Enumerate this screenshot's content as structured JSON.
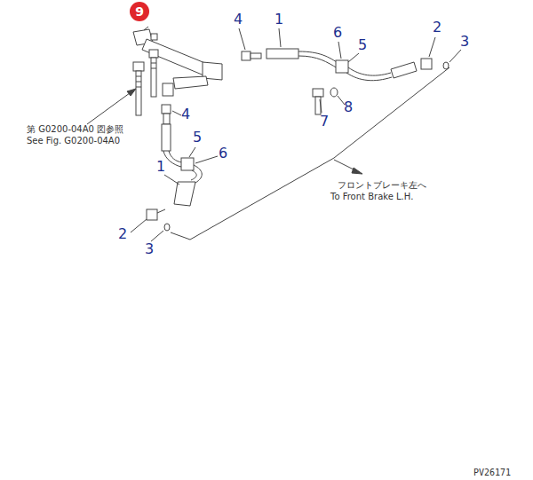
{
  "diagram": {
    "nodes": [
      {
        "text": [
          "9"
        ]
      }
    ],
    "edges": [],
    "labels": [
      "4",
      "1",
      "6",
      "5",
      "2",
      "3",
      "4",
      "7",
      "8",
      "5",
      "6",
      "1",
      "2",
      "3",
      "第 G0200-04A0 図参照",
      "See Fig. G0200-04A0",
      "フロントブレーキ左へ",
      "To Front Brake L.H.",
      "PV26171"
    ]
  }
}
